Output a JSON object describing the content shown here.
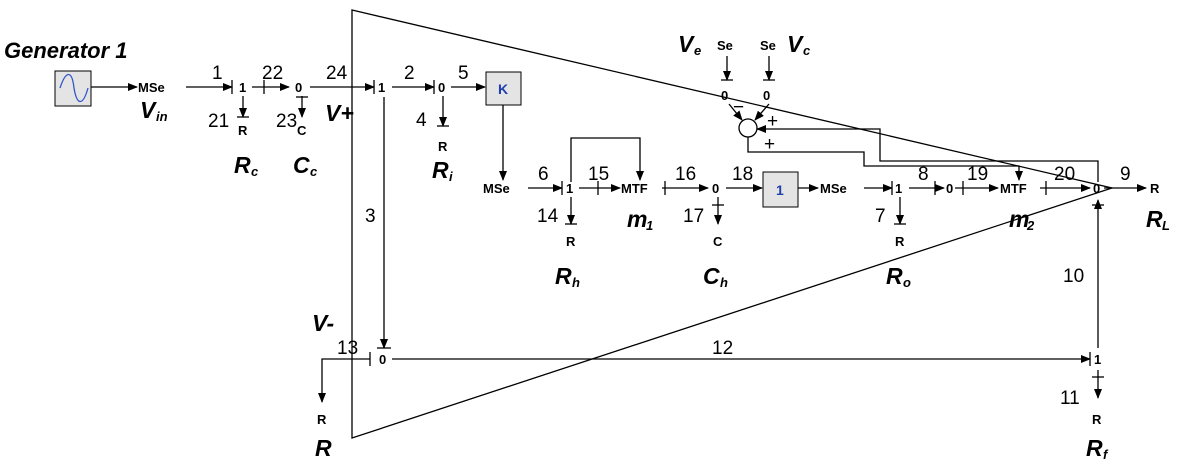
{
  "generator": {
    "title": "Generator 1"
  },
  "elements": {
    "mse": "MSe",
    "mtf": "MTF",
    "r": "R",
    "c": "C",
    "se": "Se",
    "j1": "1",
    "j0": "0",
    "gain": "K",
    "unity": "1"
  },
  "bonds": [
    "1",
    "2",
    "3",
    "4",
    "5",
    "6",
    "7",
    "8",
    "9",
    "10",
    "11",
    "12",
    "13",
    "14",
    "15",
    "16",
    "17",
    "18",
    "19",
    "20",
    "21",
    "22",
    "23",
    "24"
  ],
  "signs": {
    "minus": "−",
    "plus": "+"
  },
  "labels": {
    "v_in": {
      "main": "V",
      "sub": "in"
    },
    "r_c": {
      "main": "R",
      "sub": "c"
    },
    "c_c": {
      "main": "C",
      "sub": "c"
    },
    "v_plus": "V+",
    "r_i": {
      "main": "R",
      "sub": "i"
    },
    "v_e": {
      "main": "V",
      "sub": "e"
    },
    "v_c": {
      "main": "V",
      "sub": "c"
    },
    "r_h": {
      "main": "R",
      "sub": "h"
    },
    "m1": {
      "main": "m",
      "sub": "1"
    },
    "c_h": {
      "main": "C",
      "sub": "h"
    },
    "r_o": {
      "main": "R",
      "sub": "o"
    },
    "m2": {
      "main": "m",
      "sub": "2"
    },
    "r_l": {
      "main": "R",
      "sub": "L"
    },
    "v_minus": "V-",
    "r": "R",
    "r_f": {
      "main": "R",
      "sub": "f"
    }
  }
}
